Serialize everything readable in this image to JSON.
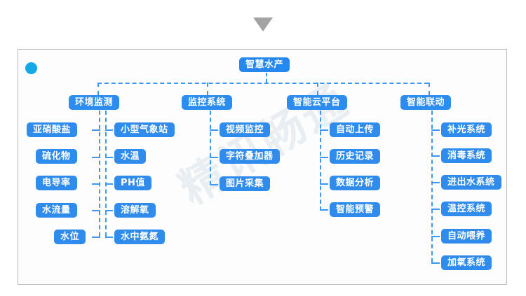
{
  "page": {
    "watermark": "精讯畅通",
    "accent_color": "#2d8cf0",
    "dot_color": "#13a8e6",
    "caret_color": "#a3a3a3",
    "line_color": "#3f96f3"
  },
  "diagram": {
    "root": {
      "label": "智慧水产"
    },
    "branches": [
      {
        "label": "环境监测",
        "children_left": [
          {
            "label": "亚硝酸盐"
          },
          {
            "label": "硫化物"
          },
          {
            "label": "电导率"
          },
          {
            "label": "水流量"
          },
          {
            "label": "水位"
          }
        ],
        "children_right": [
          {
            "label": "小型气象站"
          },
          {
            "label": "水温"
          },
          {
            "label": "PH值"
          },
          {
            "label": "溶解氧"
          },
          {
            "label": "水中氨氮"
          }
        ]
      },
      {
        "label": "监控系统",
        "children_left": [],
        "children_right": [
          {
            "label": "视频监控"
          },
          {
            "label": "字符叠加器"
          },
          {
            "label": "图片采集"
          }
        ]
      },
      {
        "label": "智能云平台",
        "children_left": [],
        "children_right": [
          {
            "label": "自动上传"
          },
          {
            "label": "历史记录"
          },
          {
            "label": "数据分析"
          },
          {
            "label": "智能预警"
          }
        ]
      },
      {
        "label": "智能联动",
        "children_left": [],
        "children_right": [
          {
            "label": "补光系统"
          },
          {
            "label": "消毒系统"
          },
          {
            "label": "进出水系统"
          },
          {
            "label": "温控系统"
          },
          {
            "label": "自动喂养"
          },
          {
            "label": "加氧系统"
          }
        ]
      }
    ]
  }
}
